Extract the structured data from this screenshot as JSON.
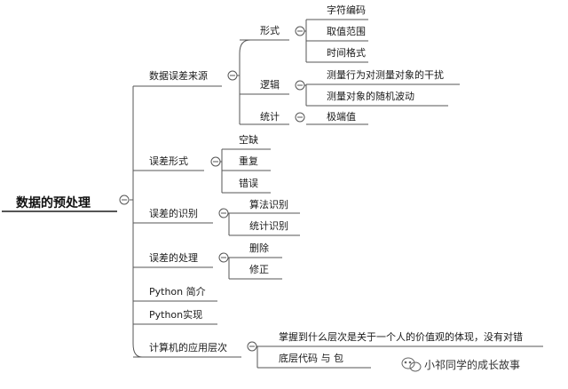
{
  "mindmap": {
    "root": "数据的预处理",
    "branches": [
      {
        "label": "数据误差来源",
        "children": [
          {
            "label": "形式",
            "children": [
              "字符编码",
              "取值范围",
              "时间格式"
            ]
          },
          {
            "label": "逻辑",
            "children": [
              "测量行为对测量对象的干扰",
              "测量对象的随机波动"
            ]
          },
          {
            "label": "统计",
            "children": [
              "极端值"
            ]
          }
        ]
      },
      {
        "label": "误差形式",
        "children": [
          "空缺",
          "重复",
          "错误"
        ]
      },
      {
        "label": "误差的识别",
        "children": [
          "算法识别",
          "统计识别"
        ]
      },
      {
        "label": "误差的处理",
        "children": [
          "删除",
          "修正"
        ]
      },
      {
        "label": "Python 简介",
        "children": []
      },
      {
        "label": "Python实现",
        "children": []
      },
      {
        "label": "计算机的应用层次",
        "children": [
          "掌握到什么层次是关于一个人的价值观的体现，没有对错",
          "底层代码 与 包"
        ]
      }
    ]
  },
  "collapse_symbol": "−",
  "watermark": {
    "text": "小祁同学的成长故事",
    "icon": "wechat-icon"
  }
}
